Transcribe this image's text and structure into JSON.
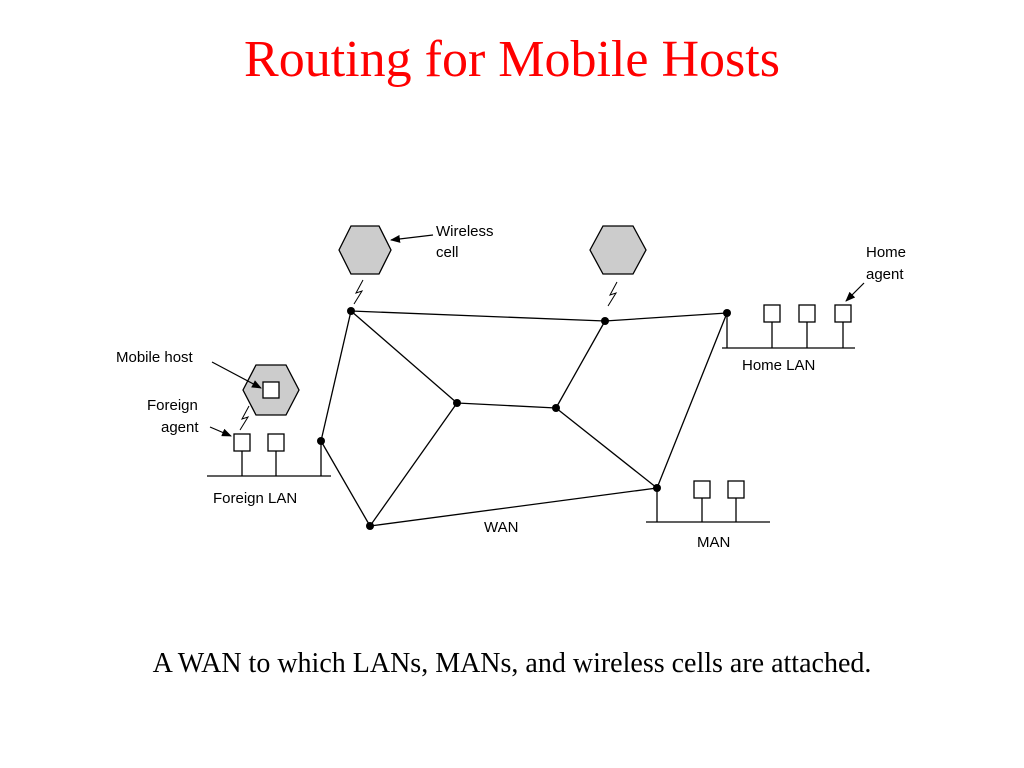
{
  "slide": {
    "title": "Routing for Mobile Hosts",
    "caption": "A WAN to which LANs, MANs, and wireless cells are attached."
  },
  "diagram": {
    "labels": {
      "wireless_cell_line1": "Wireless",
      "wireless_cell_line2": "cell",
      "home_agent_line1": "Home",
      "home_agent_line2": "agent",
      "mobile_host": "Mobile host",
      "foreign_agent_line1": "Foreign",
      "foreign_agent_line2": "agent",
      "home_lan": "Home LAN",
      "foreign_lan": "Foreign LAN",
      "wan": "WAN",
      "man": "MAN"
    }
  },
  "colors": {
    "title": "#ff0000",
    "cell_fill": "#cccccc",
    "line": "#000000"
  }
}
